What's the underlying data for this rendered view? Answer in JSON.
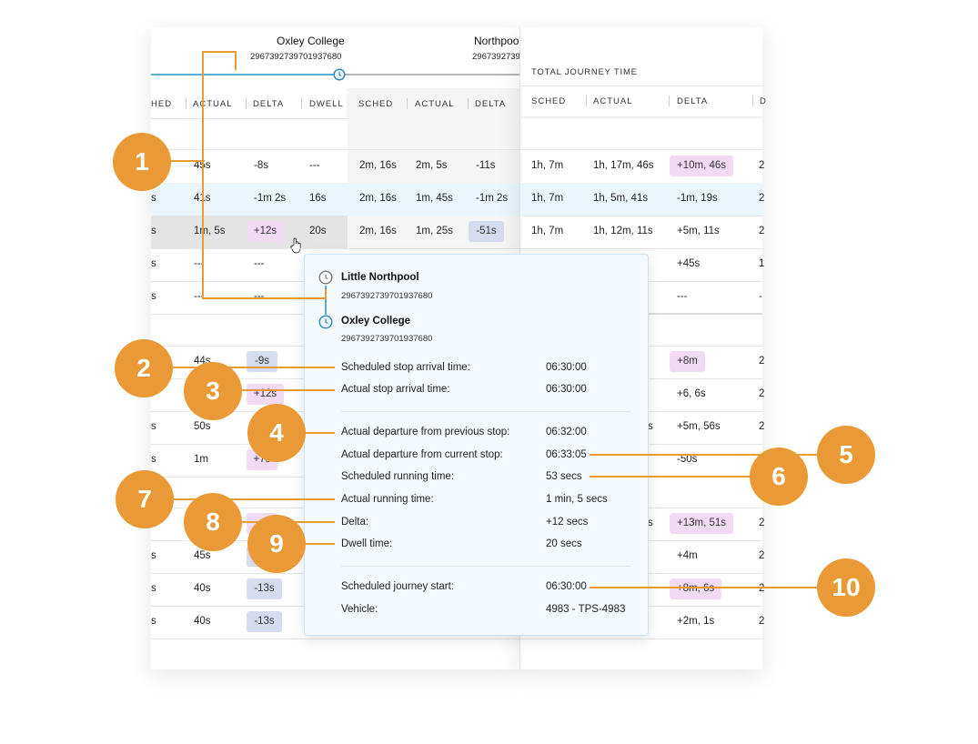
{
  "stops": {
    "stop1_name": "Oxley College",
    "stop1_id": "2967392739701937680",
    "stop2_name": "Northpoo",
    "stop2_id": "2967392739"
  },
  "columns": {
    "sched_cut": "HED",
    "actual": "ACTUAL",
    "delta": "DELTA",
    "dwell": "DWELL",
    "sched": "SCHED",
    "actual2": "ACTUAL",
    "delta2": "DELTA"
  },
  "journey_panel": {
    "title": "TOTAL JOURNEY TIME",
    "col_sched": "SCHED",
    "col_actual": "ACTUAL",
    "col_delta": "DELTA",
    "col_cut": "D"
  },
  "rows": [
    {
      "s": "",
      "actual": "45s",
      "delta": "-8s",
      "dwell": "---",
      "sched": "2m, 16s",
      "actual2": "2m, 5s",
      "delta2": "-11s",
      "j_sched": "1h, 7m",
      "j_actual": "1h, 17m, 46s",
      "j_delta": "+10m, 46s",
      "j_cut": "2"
    },
    {
      "s": "s",
      "actual": "41s",
      "delta": "-1m 2s",
      "dwell": "16s",
      "sched": "2m, 16s",
      "actual2": "1m, 45s",
      "delta2": "-1m 2s",
      "j_sched": "1h, 7m",
      "j_actual": "1h, 5m, 41s",
      "j_delta": "-1m, 19s",
      "j_cut": "2"
    },
    {
      "s": "s",
      "actual": "1m, 5s",
      "delta": "+12s",
      "dwell": "20s",
      "sched": "2m, 16s",
      "actual2": "1m, 25s",
      "delta2": "-51s",
      "j_sched": "1h, 7m",
      "j_actual": "1h, 12m, 11s",
      "j_delta": "+5m, 11s",
      "j_cut": "2"
    },
    {
      "s": "s",
      "actual": "---",
      "delta": "---",
      "j_delta": "+45s",
      "j_cut": "1"
    },
    {
      "s": "s",
      "actual": "---",
      "delta": "---",
      "j_delta": "---",
      "j_cut": "-"
    },
    {
      "s": "",
      "actual": "44s",
      "delta": "-9s",
      "j_delta": "+8m",
      "j_cut": "2"
    },
    {
      "s": "",
      "actual": "",
      "delta": "+12s",
      "j_delta": "+6, 6s",
      "j_cut": "2"
    },
    {
      "s": "s",
      "actual": "50s",
      "j_actual_cut": "s",
      "j_delta": "+5m, 56s",
      "j_cut": "2"
    },
    {
      "s": "s",
      "actual": "1m",
      "delta": "+7s",
      "j_delta": "-50s",
      "j_cut": "2"
    },
    {
      "s": "",
      "actual": "",
      "j_cut": ""
    },
    {
      "s": "",
      "actual": "",
      "j_actual_cut": "s",
      "j_delta": "+13m, 51s",
      "j_cut": "2"
    },
    {
      "s": "s",
      "actual": "45s",
      "j_delta": "+4m",
      "j_cut": "2"
    },
    {
      "s": "s",
      "actual": "40s",
      "delta": "-13s",
      "j_delta": "+8m, 6s",
      "j_cut": "2"
    },
    {
      "s": "s",
      "actual": "40s",
      "delta": "-13s",
      "j_delta": "+2m, 1s",
      "j_cut": "2"
    }
  ],
  "tooltip": {
    "from_name": "Little Northpool",
    "from_id": "2967392739701937680",
    "to_name": "Oxley College",
    "to_id": "2967392739701937680",
    "sched_arrival_label": "Scheduled stop arrival time:",
    "sched_arrival_value": "06:30:00",
    "actual_arrival_label": "Actual stop arrival time:",
    "actual_arrival_value": "06:30:00",
    "dep_prev_label": "Actual departure from previous stop:",
    "dep_prev_value": "06:32:00",
    "dep_curr_label": "Actual departure from current stop:",
    "dep_curr_value": "06:33:05",
    "sched_run_label": "Scheduled running time:",
    "sched_run_value": "53 secs",
    "actual_run_label": "Actual running time:",
    "actual_run_value": "1 min, 5 secs",
    "delta_label": "Delta:",
    "delta_value": "+12 secs",
    "dwell_label": "Dwell time:",
    "dwell_value": "20 secs",
    "journey_start_label": "Scheduled journey start:",
    "journey_start_value": "06:30:00",
    "vehicle_label": "Vehicle:",
    "vehicle_value": "4983 - TPS-4983"
  },
  "callouts": [
    "1",
    "2",
    "3",
    "4",
    "5",
    "6",
    "7",
    "8",
    "9",
    "10"
  ],
  "colors": {
    "accent_orange": "#e99a36",
    "highlight_blue": "#eaf6fc",
    "badge_pink": "#f1dbf3",
    "badge_blue": "#d6dcf0",
    "timeline_blue": "#5aaed3"
  },
  "icons": [
    "clock-icon",
    "hand-cursor-icon"
  ]
}
